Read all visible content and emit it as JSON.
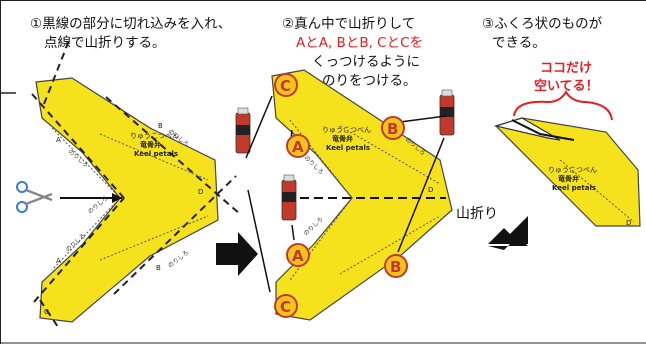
{
  "steps": {
    "step1": {
      "line1": "①黒線の部分に切れ込みを入れ、",
      "line2": "点線で山折りする。"
    },
    "step2": {
      "line1": "②真ん中で山折りして",
      "line2_pre": "",
      "line2": "AとA, BとB, CとCを",
      "line3": "くっつけるように",
      "line4": "のりをつける。"
    },
    "step3": {
      "line1": "③ふくろ状のものが",
      "line2": "できる。"
    }
  },
  "callout": {
    "line1": "ココだけ",
    "line2": "空いてる！"
  },
  "mountain_fold": "山折り",
  "paper_labels": {
    "name_kana": "りゅうこつべん",
    "name_kanji": "竜骨弁",
    "name_en": "Keel petals",
    "glue": "のりしろ",
    "letters": {
      "a": "A",
      "b": "B",
      "c": "C",
      "d": "D"
    }
  },
  "circle_letters": {
    "a": "A",
    "b": "B",
    "c": "C"
  },
  "colors": {
    "paper": "#f5e11c",
    "outline": "#444444",
    "accent_red": "#e31e24",
    "circle_fill": "#f7c31a"
  },
  "icons": [
    "scissors-icon",
    "glue-stick-icon",
    "arrow-icon"
  ]
}
